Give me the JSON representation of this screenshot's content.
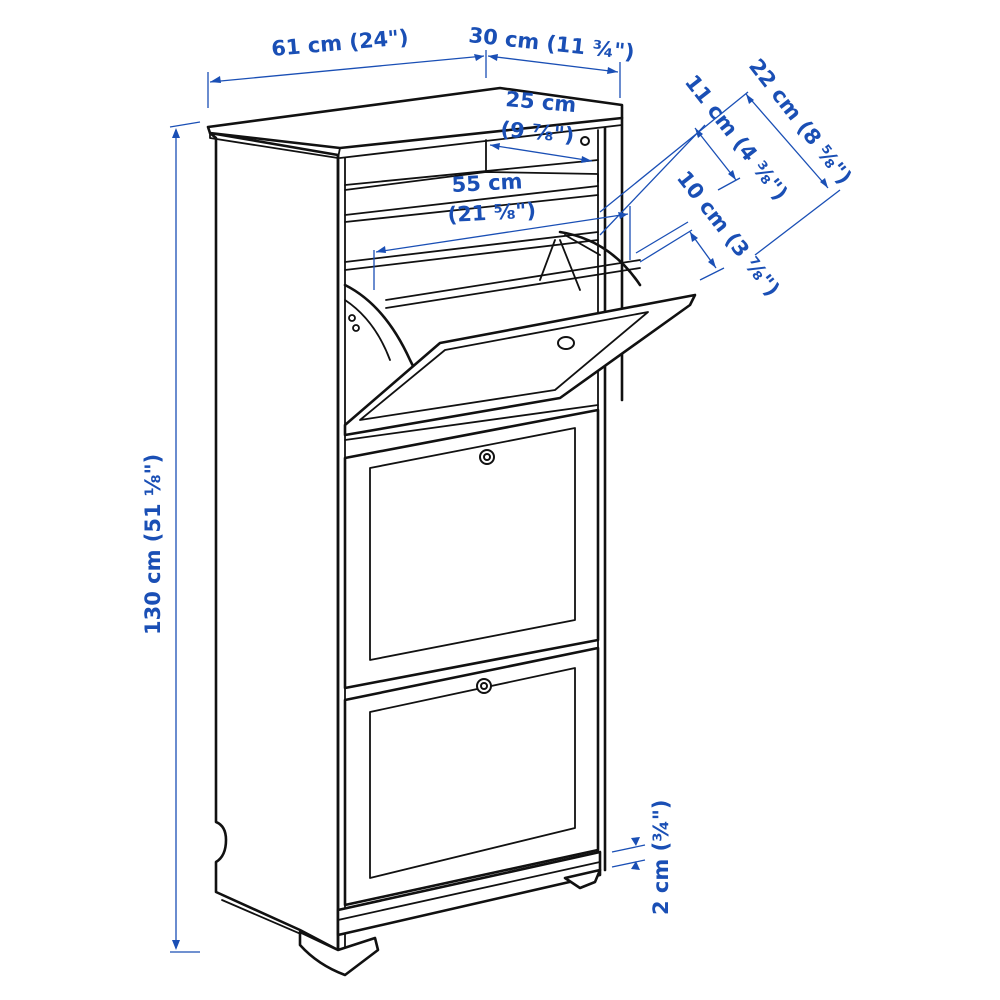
{
  "diagram": {
    "subject": "Shoe cabinet with 3 compartments - dimensions",
    "accent_color": "#1a4fb5",
    "line_color": "#111111",
    "dimensions": {
      "width": "61 cm (24\")",
      "depth": "30 cm (11 ¾\")",
      "top_shelf_depth": "25 cm",
      "top_shelf_depth_in": "(9 ⅞\")",
      "inner_width": "55 cm",
      "inner_width_in": "(21 ⅝\")",
      "compartment_depth_a": "11 cm (4 ⅜\")",
      "compartment_depth_b": "22 cm (8 ⅝\")",
      "compartment_depth_c": "10 cm (3 ⅞\")",
      "height": "130 cm (51 ⅛\")",
      "floor_clearance": "2 cm (¾\")"
    }
  }
}
